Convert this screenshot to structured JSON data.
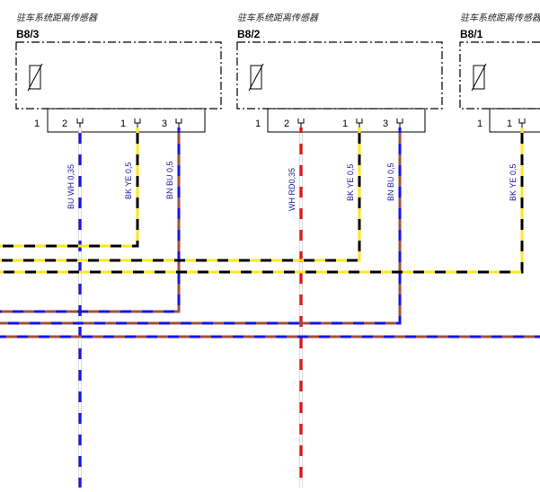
{
  "colors": {
    "BU": "#1414e6",
    "WH": "#ffffff",
    "BK": "#000000",
    "YE": "#ffe61e",
    "BN": "#a0503c",
    "RD": "#e61414"
  },
  "components": [
    {
      "title": "驻车系统距离传感器",
      "tag": "B8/3",
      "pins": [
        "1",
        "2",
        "1",
        "3"
      ]
    },
    {
      "title": "驻车系统距离传感器",
      "tag": "B8/2",
      "pins": [
        "1",
        "2",
        "1",
        "3"
      ]
    },
    {
      "title": "驻车系统距离传感器",
      "tag": "B8/1",
      "pins": [
        "1",
        "1"
      ]
    }
  ],
  "wires": [
    {
      "label": "BU WH 0,35",
      "colors": [
        "BU",
        "WH"
      ]
    },
    {
      "label": "BK YE 0,5",
      "colors": [
        "BK",
        "YE"
      ]
    },
    {
      "label": "BN BU 0,5",
      "colors": [
        "BN",
        "BU"
      ]
    },
    {
      "label": "WH RD0,35",
      "colors": [
        "WH",
        "RD"
      ]
    },
    {
      "label": "BK YE 0,5",
      "colors": [
        "BK",
        "YE"
      ]
    },
    {
      "label": "BN BU 0,5",
      "colors": [
        "BN",
        "BU"
      ]
    },
    {
      "label": "BK YE 0,5",
      "colors": [
        "BK",
        "YE"
      ]
    }
  ]
}
